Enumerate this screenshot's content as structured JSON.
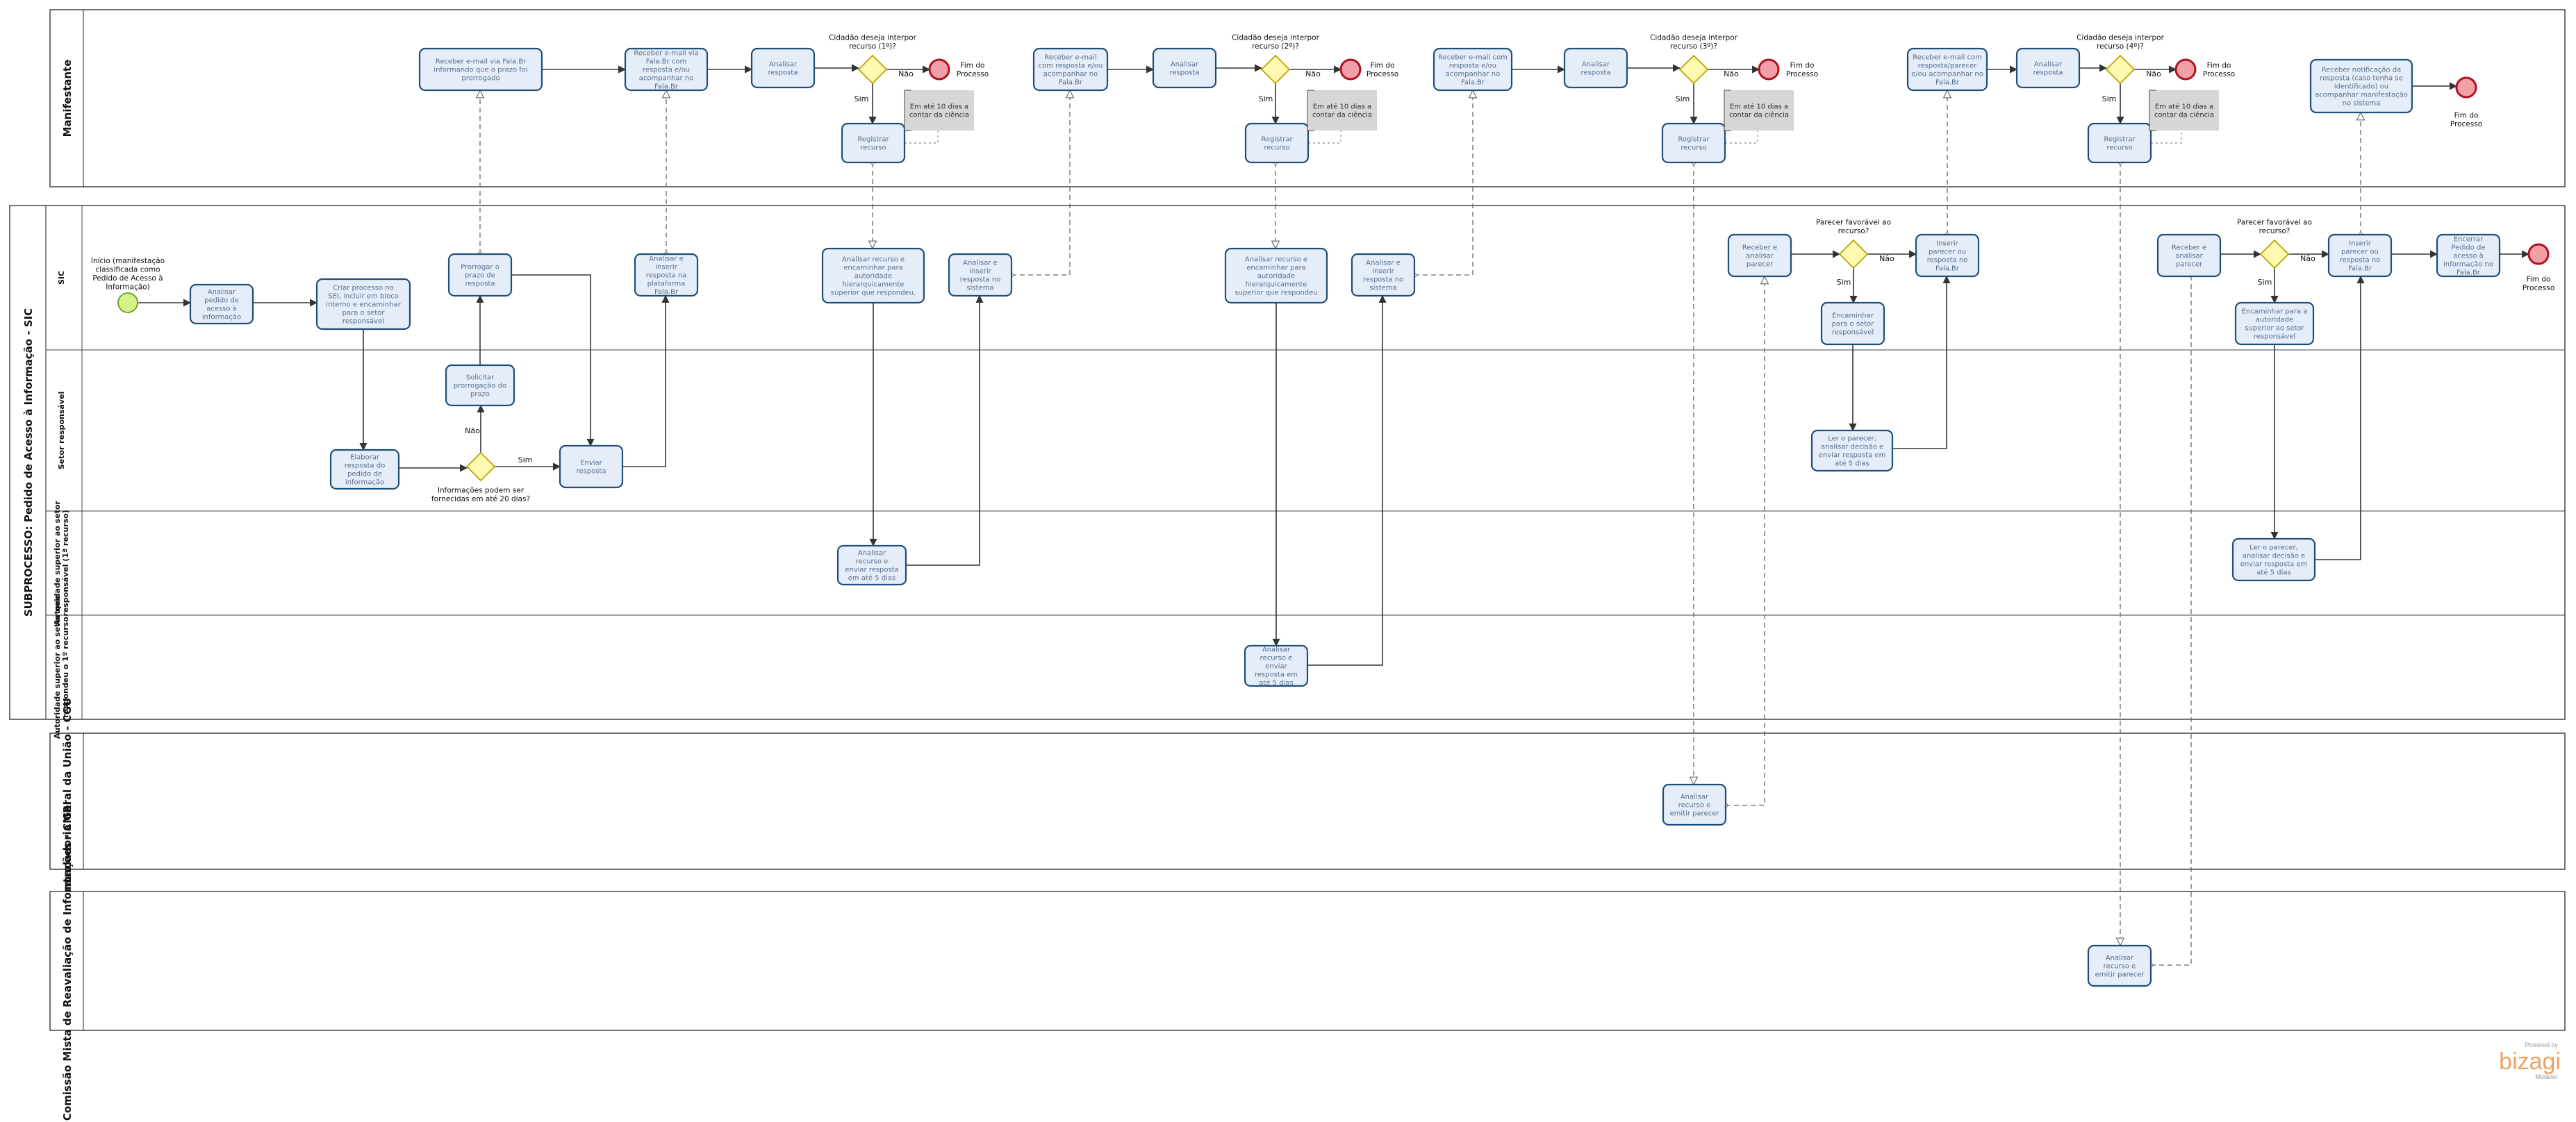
{
  "pools": {
    "manifestante": "Manifestante",
    "subprocesso": "SUBPROCESSO: Pedido de Acesso à Informação - SIC",
    "cgu": "Controladoria Geral da União - CGU",
    "cmri": "Comissão Mista de Reavaliação de Informações - CMRI"
  },
  "lanes": {
    "sic": "SIC",
    "setor": "Setor responsável",
    "autoridade_1": "Autoridade superior ao setor responsável (1ª recurso)",
    "autoridade_2": "Autoridade superior ao setor que respondeu o 1º recurso"
  },
  "tasks": {
    "t1": "Receber e-mail via Fala.Br informando que o prazo foi prorrogado",
    "t2": "Receber e-mail via Fala.Br com resposta e/ou acompanhar no Fala.Br",
    "t3": "Analisar resposta",
    "t4": "Registrar recurso",
    "t5": "Receber e-mail com resposta e/ou acompanhar no Fala.Br",
    "t6": "Analisar resposta",
    "t7": "Registrar recurso",
    "t8": "Receber e-mail com resposta e/ou acompanhar no Fala.Br",
    "t9": "Analisar resposta",
    "t10": "Registrar recurso",
    "t11": "Receber e-mail com resposta/parecer e/ou acompanhar no Fala.Br",
    "t12": "Analisar resposta",
    "t13": "Registrar recurso",
    "t14": "Receber notificação da resposta (caso tenha se identificado) ou acompanhar manifestação no sistema",
    "s1": "Analisar pedido de acesso à informação",
    "s2": "Criar processo no SEI, incluir em bloco interno e encaminhar para o setor responsável",
    "s3": "Prorrogar o prazo de resposta",
    "s4": "Analisar e inserir resposta na plataforma Fala.Br",
    "s5": "Analisar recurso e encaminhar para autoridade hierarquicamente superior que respondeu.",
    "s6": "Analisar e inserir resposta no sistema",
    "s7": "Analisar recurso e encaminhar para autoridade hierarquicamente superior que respondeu",
    "s8": "Analisar e inserir resposta no sistema",
    "s9": "Receber e analisar parecer",
    "s10": "Encaminhar para o setor responsável",
    "s11": "Inserir parecer ou resposta no Fala.Br",
    "s12": "Receber e analisar parecer",
    "s13": "Encaminhar para a autoridade superior ao setor responsável",
    "s14": "Inserir parecer ou resposta no Fala.Br",
    "s15": "Encerrar Pedido de acesso à informação no Fala.Br",
    "r1": "Solicitar prorrogação do prazo",
    "r2": "Elaborar resposta do pedido de informação",
    "r3": "Enviar resposta",
    "r4": "Ler o parecer, analisar decisão e enviar resposta em até 5 dias",
    "a1": "Analisar recurso e enviar resposta em até 5 dias",
    "a2": "Ler o parecer, analisar decisão e enviar resposta em até 5 dias",
    "b1": "Analisar recurso e enviar resposta em até 5 dias",
    "c1": "Analisar recurso e emitir parecer",
    "m1": "Analisar recurso e emitir parecer"
  },
  "gateways": {
    "g1": "Cidadão deseja interpor recurso (1º)?",
    "g2": "Cidadão deseja interpor recurso (2º)?",
    "g3": "Cidadão deseja interpor recurso (3º)?",
    "g4": "Cidadão deseja interpor recurso (4º)?",
    "g5": "Informações podem ser fornecidas em até 20 dias?",
    "g6": "Parecer favorável ao recurso?",
    "g7": "Parecer favorável ao recurso?"
  },
  "events": {
    "start": "Início (manifestação classificada como Pedido de Acesso à Informação)",
    "end1": "Fim do Processo",
    "end2": "Fim do Processo",
    "end3": "Fim do Processo",
    "end4": "Fim do Processo",
    "end5": "Fim do Processo",
    "end6": "Fim do Processo"
  },
  "annotations": {
    "n1": "Em até 10 dias a contar da ciência",
    "n2": "Em até 10 dias a contar da ciência",
    "n3": "Em até 10 dias a contar da ciência",
    "n4": "Em até 10 dias a contar da ciência"
  },
  "flow_labels": {
    "sim": "Sim",
    "nao": "Não"
  },
  "brand": {
    "powered": "Powered by",
    "name": "bizagi",
    "product": "Modeler"
  },
  "colors": {
    "task_fill": "#e4edf8",
    "task_stroke": "#1f4e79",
    "gateway_fill": "#fff9b2",
    "gateway_stroke": "#b7a600",
    "start_fill": "#d7f28b",
    "start_stroke": "#6a9a18",
    "end_fill": "#f0a0a6",
    "end_stroke": "#b01020",
    "annotation_fill": "#d6d6d6",
    "task_text": "#5a6f8e",
    "line": "#333333"
  }
}
